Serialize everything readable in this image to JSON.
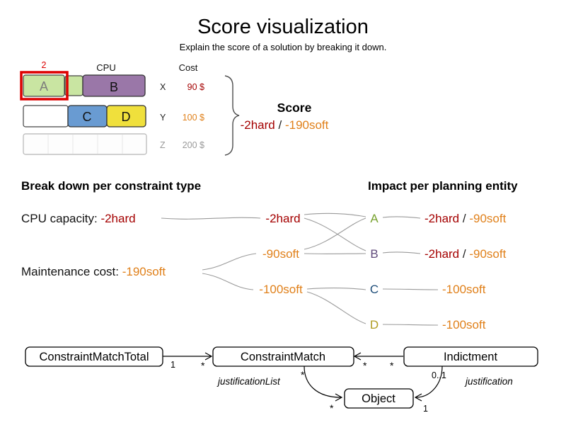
{
  "title": "Score visualization",
  "subtitle": "Explain the score of a solution by breaking it down.",
  "colors": {
    "hard": "#a40000",
    "soft": "#e0801a",
    "muted": "#999999",
    "selection": "#dd0000",
    "entity_a": "#78a22f",
    "entity_b": "#604a7b",
    "entity_c": "#1f4e79",
    "entity_d": "#b09c22",
    "block_green": "#c9e5a2",
    "block_purple": "#9a77a8",
    "block_blue": "#699bd2",
    "block_yellow": "#f0e03c"
  },
  "machine_diagram": {
    "violation_badge": "2",
    "cpu_header": "CPU",
    "cost_header": "Cost",
    "blocks": {
      "a": "A",
      "b": "B",
      "c": "C",
      "d": "D"
    },
    "rows": [
      {
        "name": "X",
        "cost": "90 $"
      },
      {
        "name": "Y",
        "cost": "100 $"
      },
      {
        "name": "Z",
        "cost": "200 $"
      }
    ]
  },
  "score": {
    "label": "Score",
    "hard": "-2hard",
    "slash": "/",
    "soft": "-190soft"
  },
  "breakdown": {
    "heading": "Break down per constraint type",
    "constraints": [
      {
        "label": "CPU capacity: ",
        "value": "-2hard"
      },
      {
        "label": "Maintenance cost: ",
        "value": "-190soft"
      }
    ],
    "totals": [
      "-2hard",
      "-90soft",
      "-100soft"
    ]
  },
  "impact": {
    "heading": "Impact per planning entity",
    "entities": [
      {
        "name": "A",
        "hard": "-2hard",
        "slash": "/",
        "soft": "-90soft"
      },
      {
        "name": "B",
        "hard": "-2hard",
        "slash": "/",
        "soft": "-90soft"
      },
      {
        "name": "C",
        "soft": "-100soft"
      },
      {
        "name": "D",
        "soft": "-100soft"
      }
    ]
  },
  "uml": {
    "classes": {
      "constraint_match_total": "ConstraintMatchTotal",
      "constraint_match": "ConstraintMatch",
      "indictment": "Indictment",
      "object": "Object"
    },
    "labels": {
      "cmt_multiplicity": "1",
      "cm_left_multiplicity": "*",
      "cm_right_multiplicity": "*",
      "indictment_multiplicity": "*",
      "justification_list_role": "justificationList",
      "justification_list_source_multiplicity": "*",
      "justification_list_target_multiplicity": "*",
      "justification_role": "justification",
      "justification_source_multiplicity": "0..1",
      "justification_target_multiplicity": "1"
    }
  }
}
